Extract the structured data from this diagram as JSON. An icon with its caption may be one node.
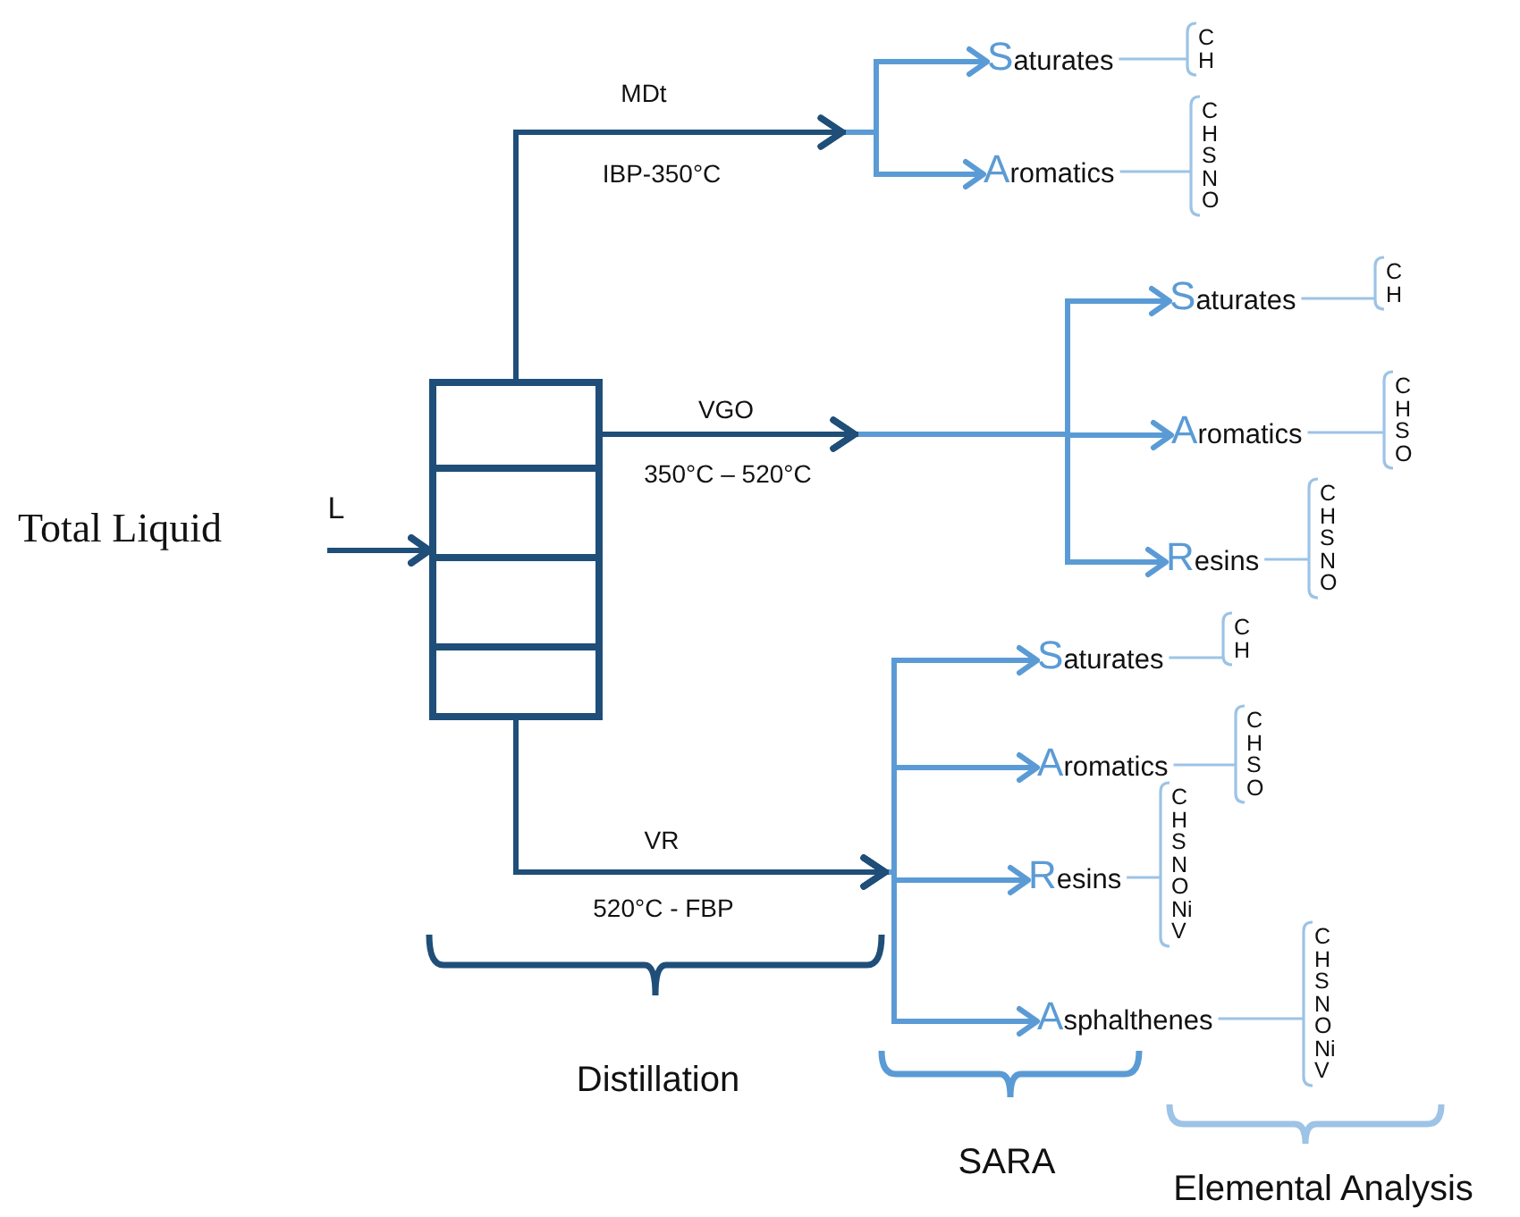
{
  "diagram": {
    "nodes": [
      {
        "text": [
          "Total Liquid"
        ]
      },
      {
        "text": [],
        "shape": "box"
      },
      {
        "text": [
          "Saturates"
        ]
      },
      {
        "text": [
          "Aromatics"
        ]
      },
      {
        "text": [
          "Saturates"
        ]
      },
      {
        "text": [
          "Aromatics"
        ]
      },
      {
        "text": [
          "Resins"
        ]
      },
      {
        "text": [
          "Saturates"
        ]
      },
      {
        "text": [
          "Aromatics"
        ]
      },
      {
        "text": [
          "Resins"
        ]
      },
      {
        "text": [
          "Asphalthenes"
        ]
      }
    ],
    "edges": [
      {
        "from": 0,
        "to": 1,
        "arrow": "to",
        "label": "L"
      },
      {
        "from": 1,
        "to": 2,
        "arrow": "to",
        "label": "MDt"
      },
      {
        "from": 1,
        "to": 3,
        "arrow": "to",
        "label": "IBP-350°C"
      },
      {
        "from": 1,
        "to": 4,
        "arrow": "to",
        "label": "VGO"
      },
      {
        "from": 1,
        "to": 5,
        "arrow": "to",
        "label": "350°C – 520°C"
      },
      {
        "from": 1,
        "to": 6,
        "arrow": "to"
      },
      {
        "from": 1,
        "to": 7,
        "arrow": "to",
        "label": "VR"
      },
      {
        "from": 1,
        "to": 8,
        "arrow": "to",
        "label": "520°C - FBP"
      },
      {
        "from": 1,
        "to": 9,
        "arrow": "to"
      },
      {
        "from": 1,
        "to": 10,
        "arrow": "to"
      }
    ],
    "labels": [
      "C H",
      "C H S N O",
      "C H",
      "C H S O",
      "C H S N O",
      "C H",
      "C H S O",
      "C H S N O Ni V",
      "C H S N O Ni V",
      "Distillation",
      "SARA",
      "Elemental Analysis"
    ]
  }
}
